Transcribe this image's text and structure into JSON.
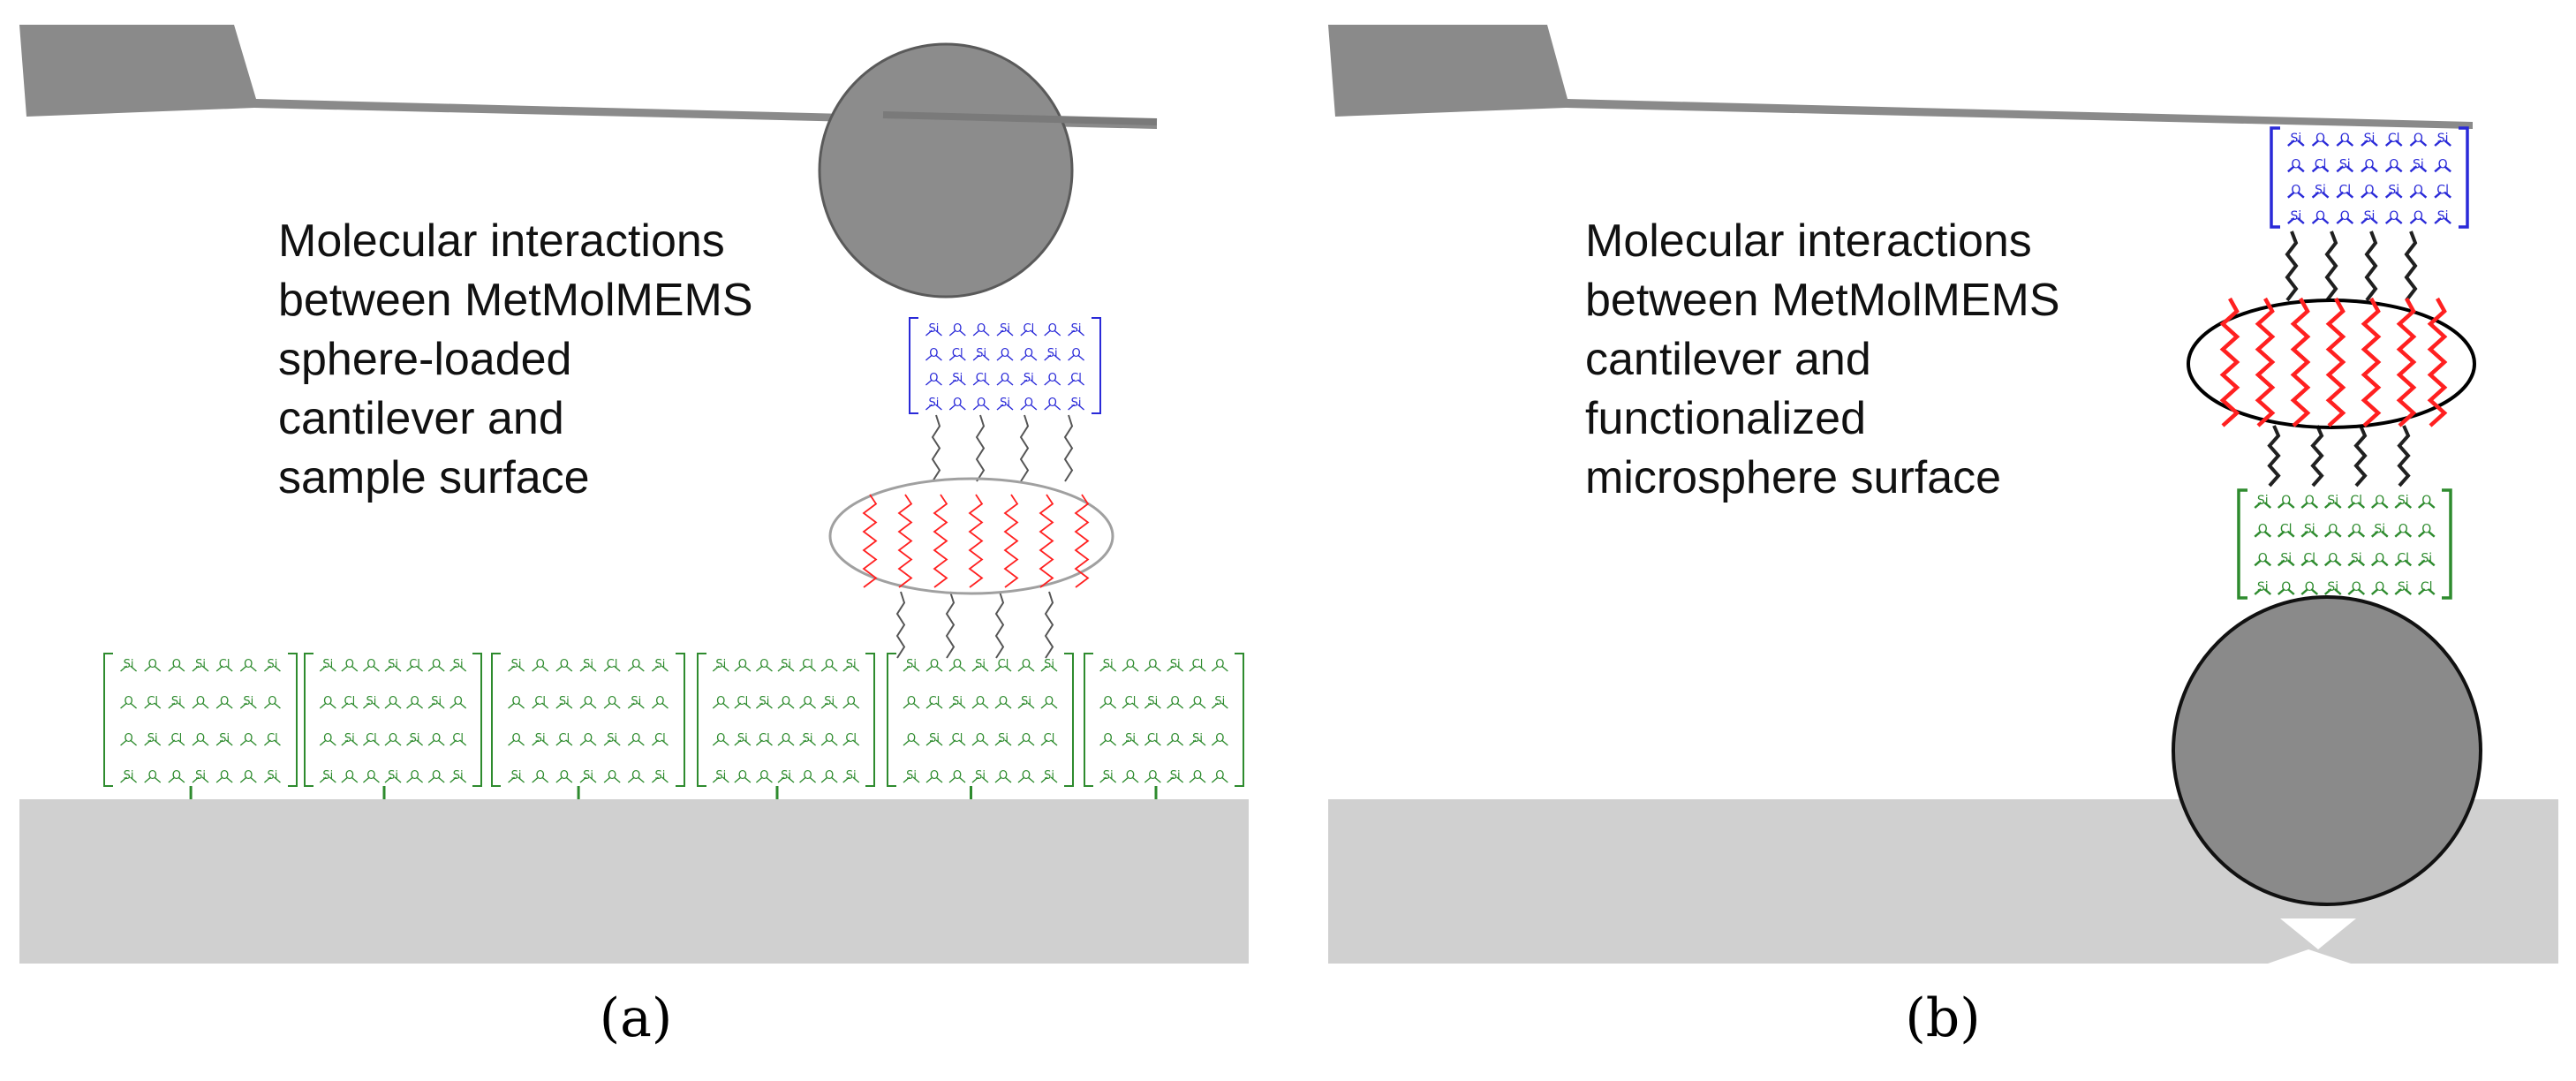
{
  "panels": [
    {
      "id": "a",
      "label": "(a)",
      "description_lines": [
        "Molecular interactions",
        "between MetMolMEMS",
        "sphere-loaded",
        "cantilever and",
        "sample surface"
      ]
    },
    {
      "id": "b",
      "label": "(b)",
      "description_lines": [
        "Molecular interactions",
        "between MetMolMEMS",
        "cantilever and",
        "functionalized",
        "microsphere surface"
      ]
    }
  ],
  "colors": {
    "cantilever": "#8a8a8a",
    "sphere": "#8c8c8c",
    "substrate": "#d0d0d0",
    "blue_monolayer": "#2a2ad8",
    "green_monolayer": "#2e8b2e",
    "red_chains": "#ff2020",
    "linker": "#202020"
  },
  "chem_glyphs": [
    "O",
    "Si",
    "Cl"
  ]
}
